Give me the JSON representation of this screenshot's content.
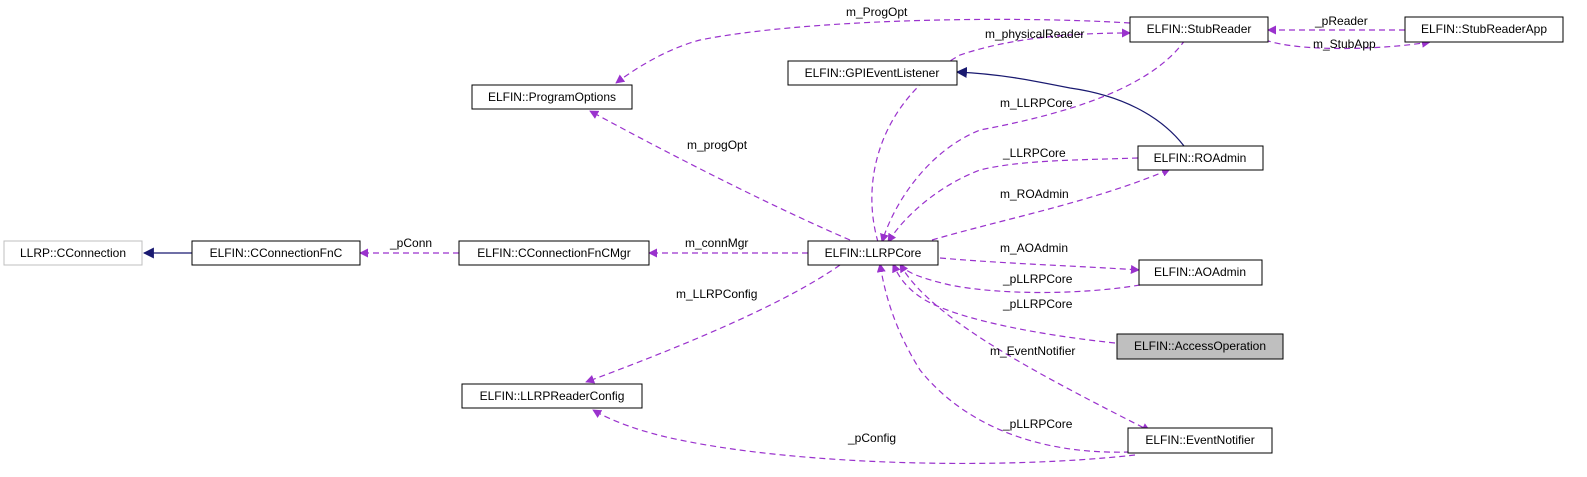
{
  "colors": {
    "usage_edge": "#9a32cd",
    "inheritance_edge": "#191970",
    "node_border": "#000000",
    "external_node_border": "#bfbfbf",
    "highlight_fill": "#bfbfbf"
  },
  "nodes": {
    "cconnection": "LLRP::CConnection",
    "cconnectionfnc": "ELFIN::CConnectionFnC",
    "cconnectionfncmgr": "ELFIN::CConnectionFnCMgr",
    "llrpcore": "ELFIN::LLRPCore",
    "programoptions": "ELFIN::ProgramOptions",
    "llrpreaderconfig": "ELFIN::LLRPReaderConfig",
    "gpieventlistener": "ELFIN::GPIEventListener",
    "stubreader": "ELFIN::StubReader",
    "stubreaderapp": "ELFIN::StubReaderApp",
    "roadmin": "ELFIN::ROAdmin",
    "aoadmin": "ELFIN::AOAdmin",
    "accessoperation": "ELFIN::AccessOperation",
    "eventnotifier": "ELFIN::EventNotifier"
  },
  "edge_labels": {
    "pconn": "_pConn",
    "connmgr": "m_connMgr",
    "progopt": "m_progOpt",
    "llrpconfig": "m_LLRPConfig",
    "progopt_stub": "m_ProgOpt",
    "physicalreader": "m_physicalReader",
    "llrpcore_stub": "m_LLRPCore",
    "preader": "_pReader",
    "stubapp": "m_StubApp",
    "llrpcore_ro": "_LLRPCore",
    "roadmin": "m_ROAdmin",
    "aoadmin": "m_AOAdmin",
    "pllrpcore_ao": "_pLLRPCore",
    "pllrpcore_access": "_pLLRPCore",
    "eventnotifier": "m_EventNotifier",
    "pllrpcore_ev": "_pLLRPCore",
    "pconfig": "_pConfig"
  }
}
